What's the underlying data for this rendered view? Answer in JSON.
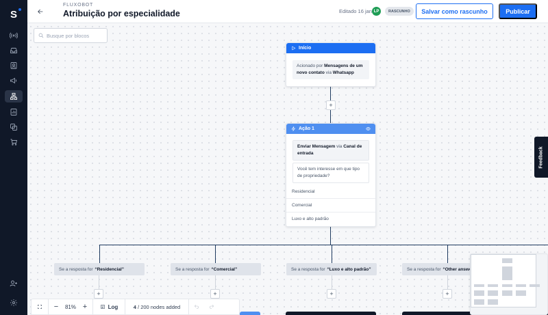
{
  "header": {
    "eyebrow": "FLUXOBOT",
    "title": "Atribuição por especialidade",
    "edited": "Editado 16 jan",
    "avatar_initials": "LP",
    "status_badge": "RASCUNHO",
    "save_draft_label": "Salvar como rascunho",
    "publish_label": "Publicar"
  },
  "search": {
    "placeholder": "Busque por blocos"
  },
  "start_block": {
    "title": "Início",
    "trigger_prefix": "Acionado por",
    "trigger_event": "Mensagens de um novo contato",
    "trigger_via": "via",
    "trigger_channel": "Whatsapp"
  },
  "action_block": {
    "title": "Ação 1",
    "action_name": "Enviar Mensagem",
    "action_via": "via",
    "action_channel": "Canal de entrada",
    "message": "Você tem interesse em que tipo de propriedade?",
    "options": [
      "Residencial",
      "Comercial",
      "Luxo e alto padrão"
    ]
  },
  "conditions": {
    "prefix": "Se a resposta for",
    "items": [
      "“Residencial”",
      "“Comercial”",
      "“Luxo e alto padrão”",
      "“Other answer”"
    ]
  },
  "toolbar": {
    "zoom": "81%",
    "log_label": "Log",
    "nodes_count": "4",
    "nodes_total": "/ 200",
    "nodes_suffix": "nodes added"
  },
  "feedback_label": "Feedback",
  "colors": {
    "primary": "#1c6ef2",
    "sidebar": "#101828",
    "connector": "#1e3a5f"
  }
}
